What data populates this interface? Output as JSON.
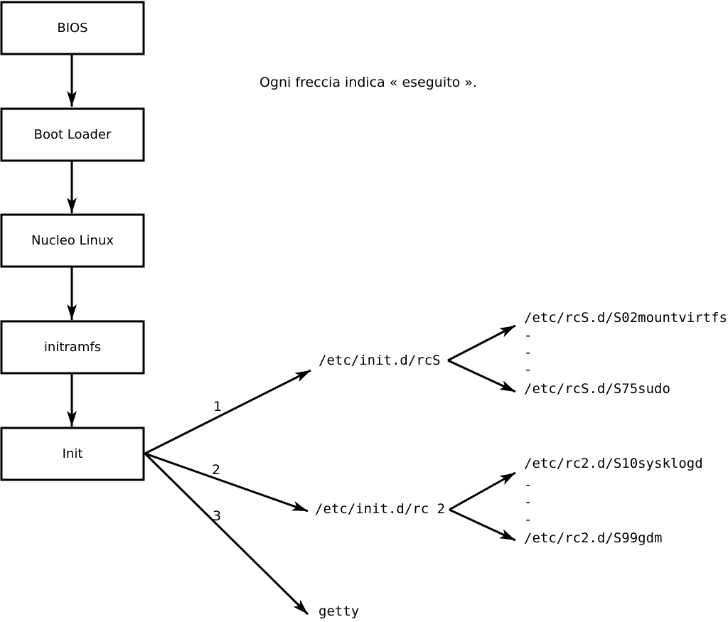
{
  "caption": "Ogni freccia indica « eseguito ».",
  "colors": {
    "foreground": "#000000",
    "background": "#ffffff",
    "box_fill": "#ffffff"
  },
  "flow_boxes": [
    {
      "label": "BIOS"
    },
    {
      "label": "Boot Loader"
    },
    {
      "label": "Nucleo Linux"
    },
    {
      "label": "initramfs"
    },
    {
      "label": "Init"
    }
  ],
  "init_branches": [
    {
      "number": "1",
      "target": "/etc/init.d/rcS"
    },
    {
      "number": "2",
      "target": "/etc/init.d/rc 2"
    },
    {
      "number": "3",
      "target": "getty"
    }
  ],
  "rcS_fork": {
    "first": "/etc/rcS.d/S02mountvirtfs",
    "dots": [
      "-",
      "-",
      "-"
    ],
    "last": "/etc/rcS.d/S75sudo"
  },
  "rc2_fork": {
    "first": "/etc/rc2.d/S10sysklogd",
    "dots": [
      "-",
      "-",
      "-"
    ],
    "last": "/etc/rc2.d/S99gdm"
  }
}
